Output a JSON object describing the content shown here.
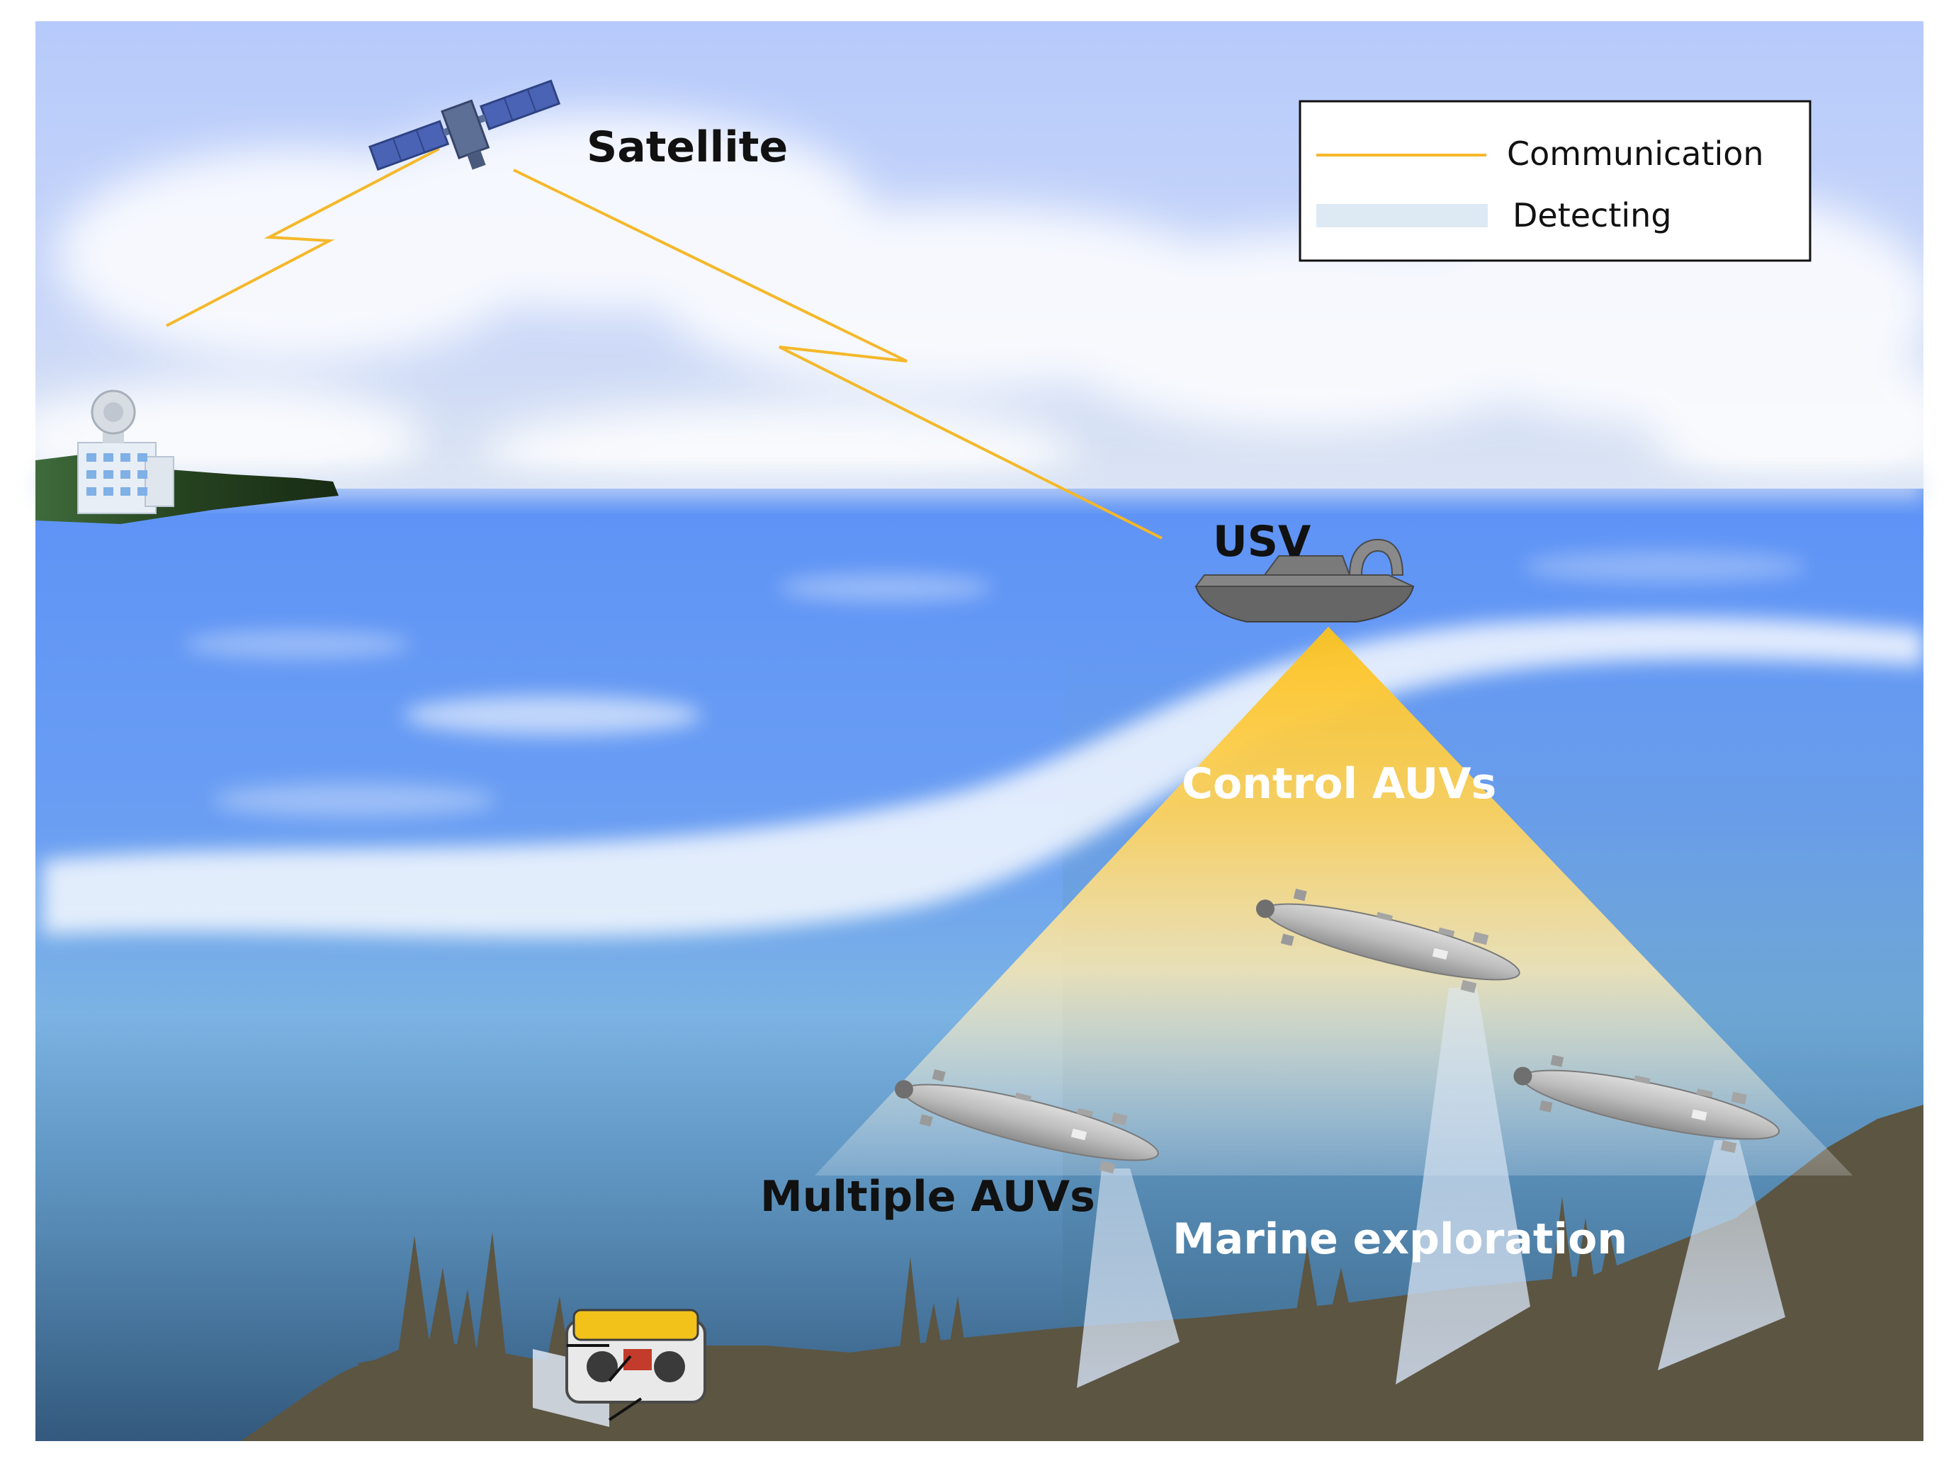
{
  "labels": {
    "satellite": "Satellite",
    "usv": "USV",
    "control_auvs": "Control AUVs",
    "multiple_auvs": "Multiple AUVs",
    "marine_exploration": "Marine exploration"
  },
  "legend": {
    "communication": "Communication",
    "detecting": "Detecting"
  },
  "colors": {
    "communication_line": "#f5b82a",
    "detecting_fill": "#dde9f3",
    "sky_top": "#b8cbfb",
    "sea_surface": "#5f97f5",
    "sea_deep": "#3f6e95",
    "seabed": "#5c5542",
    "auv_body": "#b9b9b9",
    "usv_body": "#6b6b6b",
    "control_cone": "#fcc21c"
  }
}
